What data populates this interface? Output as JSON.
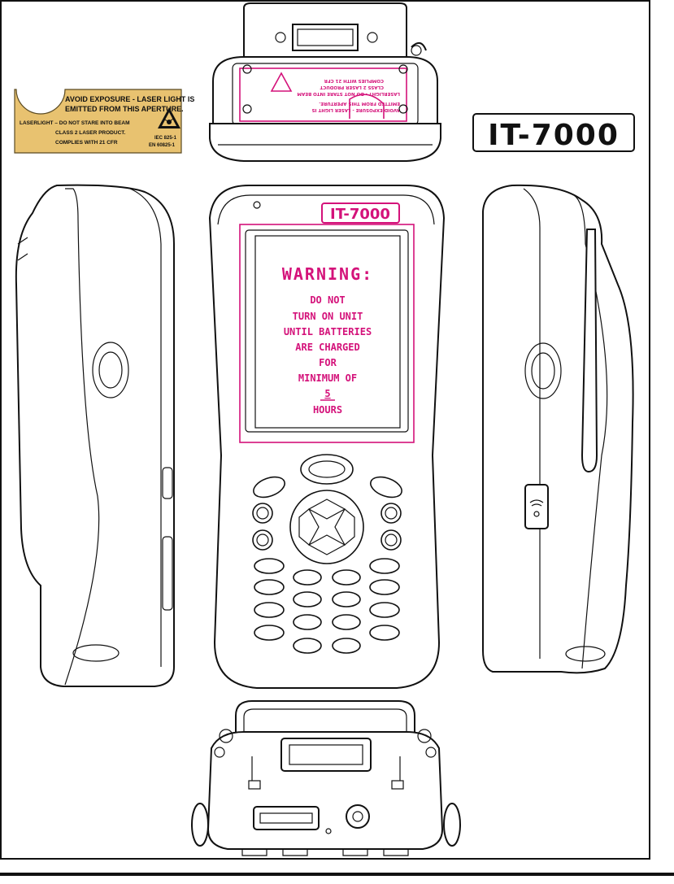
{
  "laser_label": {
    "line1": "AVOID EXPOSURE - LASER LIGHT IS",
    "line2": "EMITTED FROM THIS APERTURE.",
    "line3": "LASERLIGHT –  DO NOT STARE INTO BEAM",
    "line4": "CLASS 2 LASER PRODUCT.",
    "line5": "COMPLIES WITH 21 CFR",
    "std1": "IEC 825-1",
    "std2": "EN 60825-1",
    "color": "#e8c270"
  },
  "model_badge": "IT-7000",
  "screen_warning": {
    "title": "WARNING:",
    "lines": [
      "DO NOT",
      "TURN ON UNIT",
      "UNTIL BATTERIES",
      "ARE CHARGED",
      "FOR",
      "MINIMUM OF",
      "5",
      "HOURS"
    ],
    "color": "#d4127a"
  },
  "icons": {
    "laser": "laser-warning-icon",
    "rfid": "rfid-wave-icon"
  }
}
